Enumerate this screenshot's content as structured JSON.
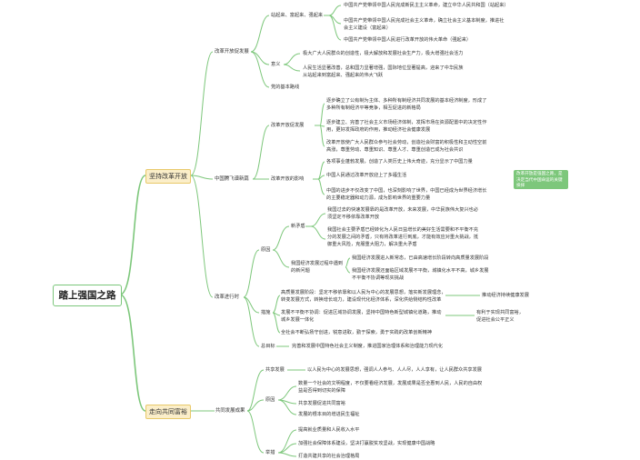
{
  "root": "踏上强国之路",
  "line_color": "#7dc77b",
  "main1": "坚持改革开放",
  "main2": "走向共同富裕",
  "note": "改革开放是强国之路，是决定当代中国命运的关键抉择",
  "branches": {
    "open_dev": "改革开放促发展",
    "rise": "站起来、富起来、强起来",
    "meaning": "意义",
    "basic_line": "党的基本路线",
    "reform_dev": "改革开放促发展",
    "fly": "中国腾飞谱新篇",
    "influence": "改革开放的影响",
    "continue": "改革进行时",
    "reason": "原因",
    "new_problems": "新矛盾",
    "stage": "我国经济发展过程中遇到的新问题",
    "measures": "措施",
    "goal": "总目标",
    "common": "共同发展成果",
    "sharing": "共享发展",
    "reason2": "原因",
    "measures2": "举措"
  },
  "texts": {
    "r1": "中国共产党带领中国人民完成新民主主义革命，建立中华人民共和国（站起来）",
    "r2a": "中国共产党带领中国人民完成社会主义革命，确立社会主义基本制度，推进社",
    "r2b": "会主义建设（富起来）",
    "r3": "中国共产党带领中国人民进行改革开放的伟大革命（强起来）",
    "m1": "极大广大人民群众的创造性，极大解放和发展社会生产力，极大增强社会活力",
    "m2a": "人民生活显著改善，总和国力显著增强，国际地位显著提高，迎来了中华民族",
    "m2b": "从站起来到富起来、强起来的伟大飞跃",
    "d1a": "逐步确立了公有制为主体、多种所有制经济共同发展的基本经济制度，形成了",
    "d1b": "多种所有制经济平等竞争，相互促进的新格局",
    "d2a": "逐步建立、完善了社会主义市场经济体制，发挥市场在资源配置中的决定性作",
    "d2b": "用，更好发挥政府的作用，推动经济社会健康发展",
    "d3a": "改革开放使广大人民群众参与社会劳动，创造社会财富的积极性和主动性空前",
    "d3b": "高涨，尊重劳动、尊重知识、尊重人才、尊重创造已成为社会共识",
    "i1": "各项事业蓬勃发展，创造了人类历史上伟大奇迹，充分显示了中国力量",
    "i2": "中国人民通过改革开放迎上了多福生活",
    "i3a": "中国的进步不仅改变了中国，也深刻影响了世界，中国已经成为世界经济增长",
    "i3b": "的主要稳定器和动力源，成为影响世界的重要力量",
    "n1a": "我国过去的快速发展靠的是改革开放，未来发展，中华民族伟大复兴也必",
    "n1b": "须坚定不移依靠改革开放",
    "n2a": "我国社会主要矛盾已经转化为人民日益增长的美好生活需要和不平衡不充",
    "n2b": "分的发展之间的矛盾，只有将改革进行到底，才能有效应对重大挑战，抵",
    "n2c": "御重大风险，克服重大阻力，解决重大矛盾",
    "s1": "我国经济发展进入新常态，已由高速增长阶段转向高质量发展阶段",
    "s2a": "我国经济发展还面临区域发展不平衡，城镇化水平不高，城乡发展",
    "s2b": "不平衡不协调等现实挑战",
    "ms1a": "高质量发展阶段：坚定不移依靠和以人民为中心的发展思想，落实新发展理念，",
    "ms1b": "转变发展方式，转换增长动力，建设现代化经济体系，深化供给侧结构性改革",
    "ms1r": "推动经济持续健康发展",
    "ms2a": "发展不平衡不协调：促进区域协调发展，坚持中国特色新型城镇化道路，推动",
    "ms2b": "城乡发展一体化",
    "ms2r1": "有利于实现共同富裕，",
    "ms2r2": "促进社会公平正义",
    "ms3": "全社会不断弘扬守创进，锐意进取，勤于探索，勇于实践的改革创新精神",
    "g1": "完善和发展中国特色社会主义制度，推进国家治理体系和治理能力现代化",
    "c1": "以人民为中心的发展思想，强调人人参与、人人尽，人人享有，让人民群众共享发展",
    "c2a": "数量一个社会的文明程度，不仅要看经济发展，发展成果是否全惠到人民，人民的自由权",
    "c2b": "益是否得到切实的保障",
    "c3": "共享发展促进共同富裕",
    "c4": "发展的根本目的增进民生福祉",
    "h1": "提高就业质量和人民收入水平",
    "h2": "加强社会保障体系建设，坚决打赢脱贫攻坚战，实现健康中国战略",
    "h3": "打造共建共享的社会治理格局"
  }
}
